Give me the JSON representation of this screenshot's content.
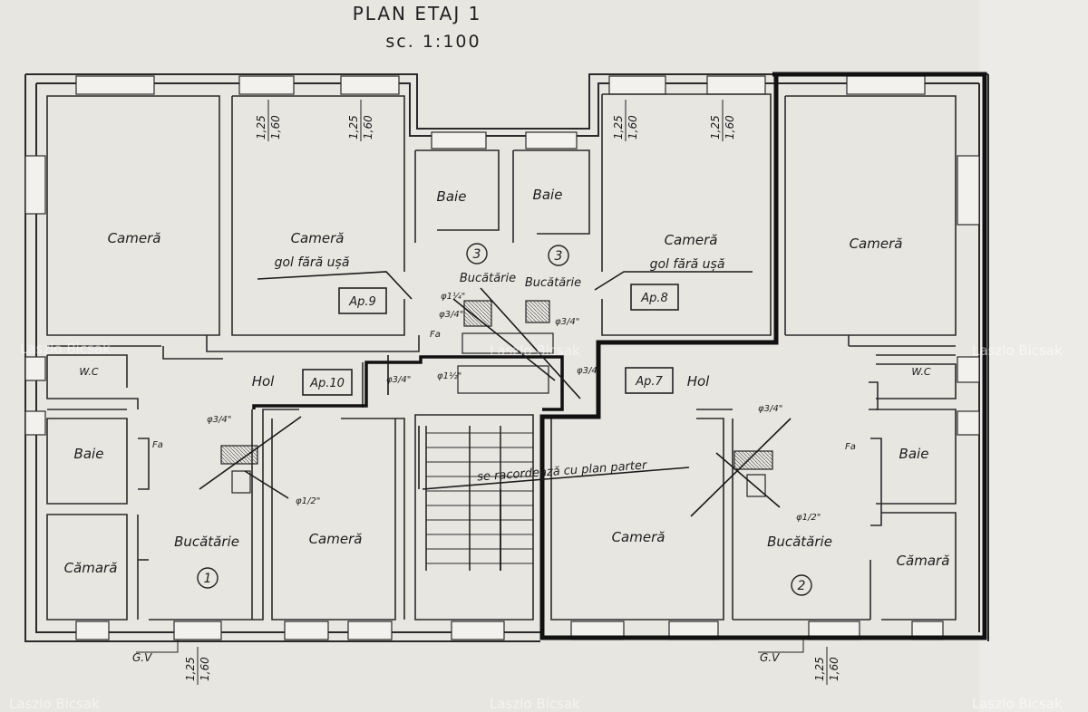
{
  "title": "PLAN   ETAJ 1",
  "scale": "sc. 1:100",
  "rooms": {
    "camera_1": "Cameră",
    "camera_2": "Cameră",
    "camera_3": "Cameră",
    "camera_4": "Cameră",
    "camera_5": "Cameră",
    "camera_6": "Cameră",
    "baie_1": "Baie",
    "baie_2": "Baie",
    "baie_3": "Baie",
    "baie_4": "Baie",
    "bucatarie_1": "Bucătărie",
    "bucatarie_2": "Bucătărie",
    "bucatarie_3": "Bucătărie",
    "bucatarie_4": "Bucătărie",
    "camara_1": "Cămară",
    "camara_2": "Cămară",
    "wc_1": "W.C",
    "wc_2": "W.C",
    "hol_1": "Hol",
    "hol_2": "Hol"
  },
  "notes": {
    "gol_1": "gol fără ușă",
    "gol_2": "gol fără ușă",
    "racord": "se racordează cu plan parter",
    "gv_1": "G.V",
    "gv_2": "G.V"
  },
  "apartments": {
    "ap7": "Ap.7",
    "ap8": "Ap.8",
    "ap9": "Ap.9",
    "ap10": "Ap.10"
  },
  "circles": {
    "c1": "1",
    "c2": "2",
    "c3a": "3",
    "c3b": "3"
  },
  "dims": {
    "top": "1,25",
    "bottom": "1,60"
  },
  "pipes": {
    "p1": "φ1½\"",
    "p2": "φ3/4\"",
    "p3": "φ1¼\"",
    "p4": "φ1/2\"",
    "fa": "Fa"
  },
  "watermark": "Laszlo Bicsak"
}
